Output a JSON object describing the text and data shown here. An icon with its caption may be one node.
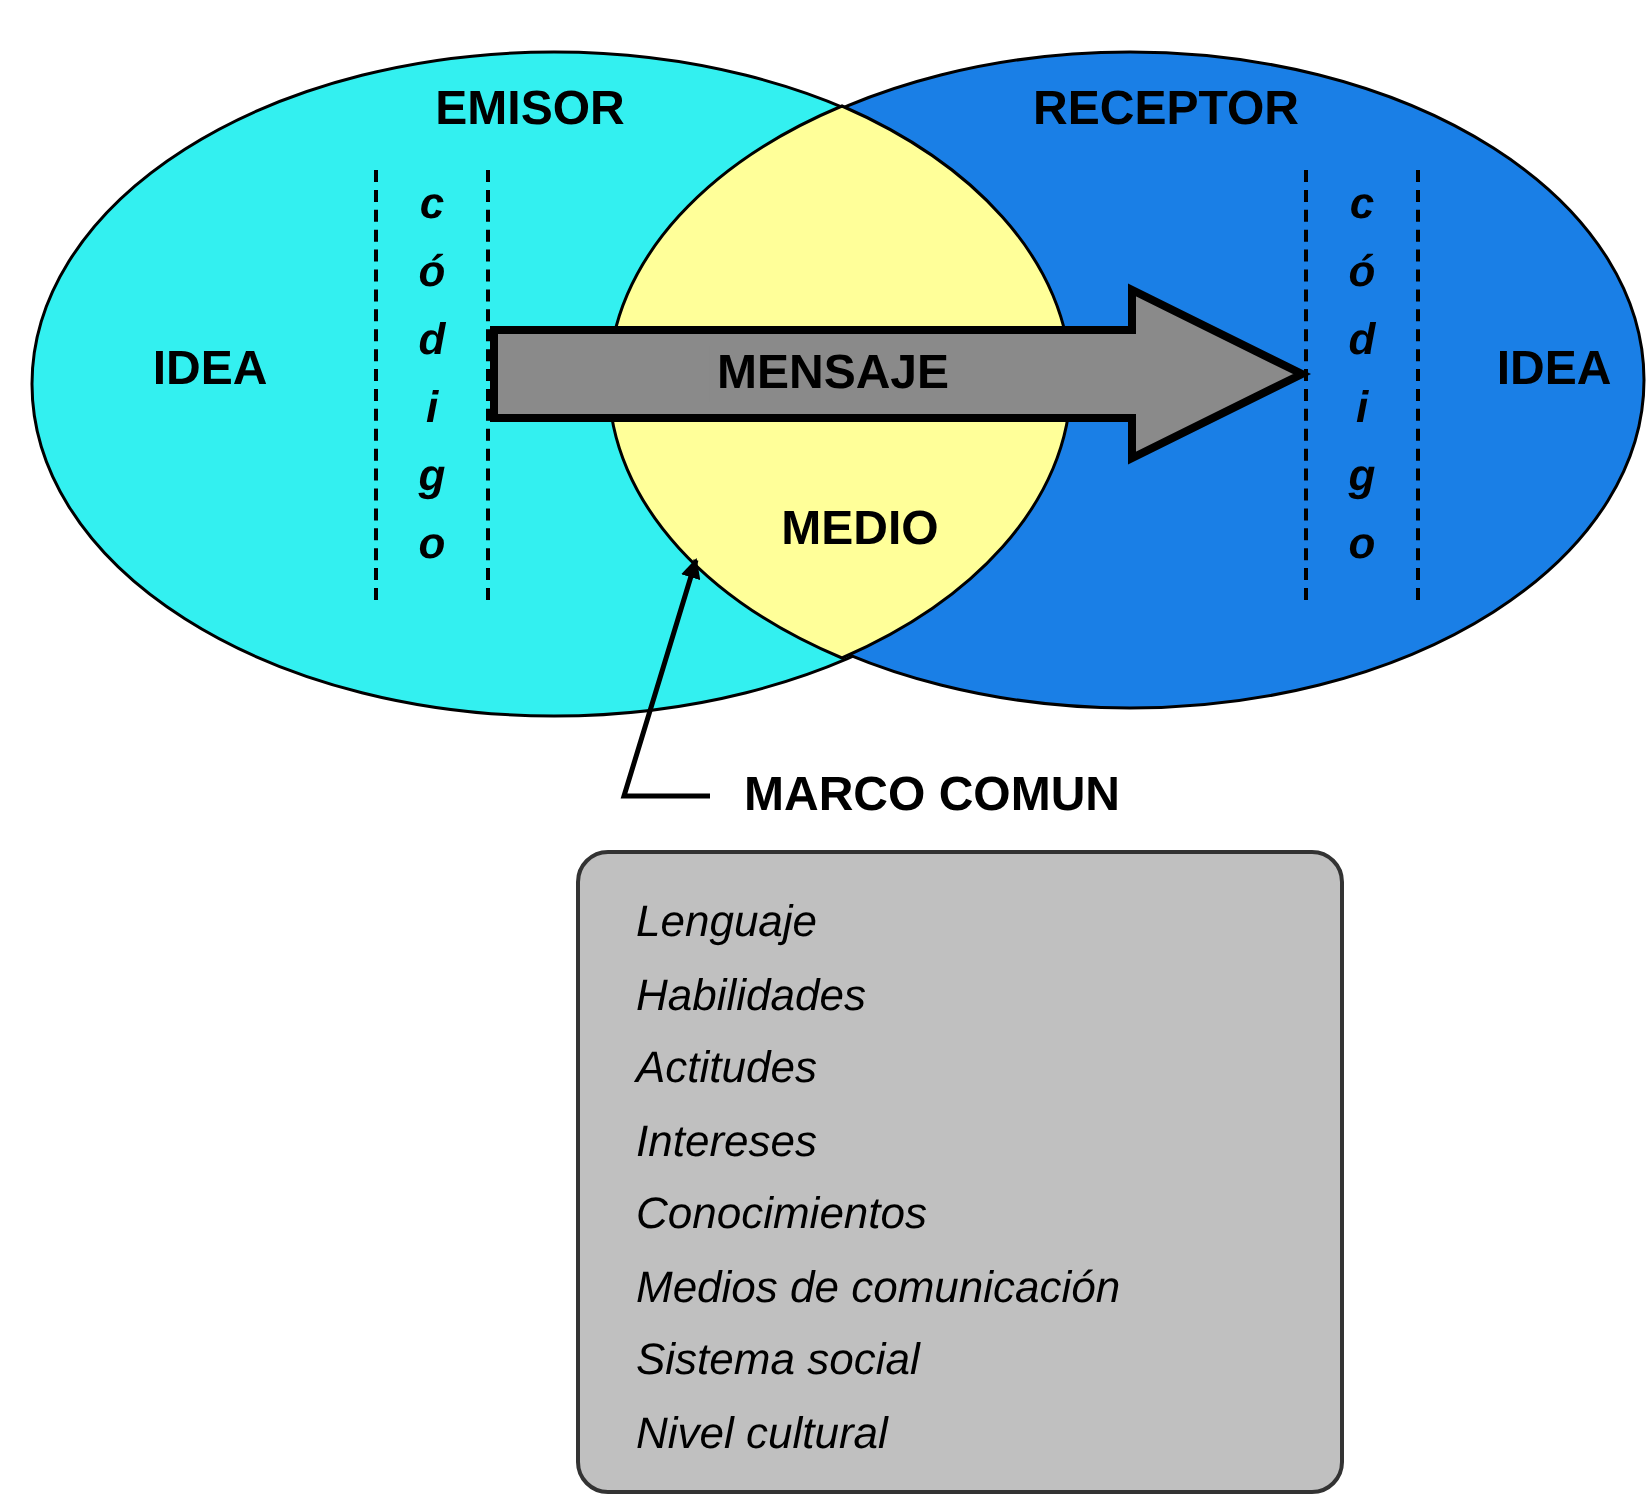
{
  "diagram": {
    "nodes": [
      {
        "text": [
          "EMISOR",
          "IDEA"
        ]
      },
      {
        "text": [
          "código"
        ],
        "in": 0
      },
      {
        "text": [
          "RECEPTOR",
          "IDEA"
        ]
      },
      {
        "text": [
          "código"
        ],
        "in": 2
      },
      {
        "text": [
          "MEDIO"
        ]
      },
      {
        "text": [
          "MARCO COMUN"
        ]
      },
      {
        "text": [
          "Lenguaje",
          "Habilidades",
          "Actitudes",
          "Intereses",
          "Conocimientos",
          "Medios de comunicación",
          "Sistema social",
          "Nivel cultural"
        ]
      }
    ],
    "edges": [
      {
        "from": 1,
        "to": 3,
        "arrow": "to",
        "label": "MENSAJE",
        "style": "thick"
      },
      {
        "from": 5,
        "to": 4,
        "arrow": "to"
      }
    ]
  }
}
